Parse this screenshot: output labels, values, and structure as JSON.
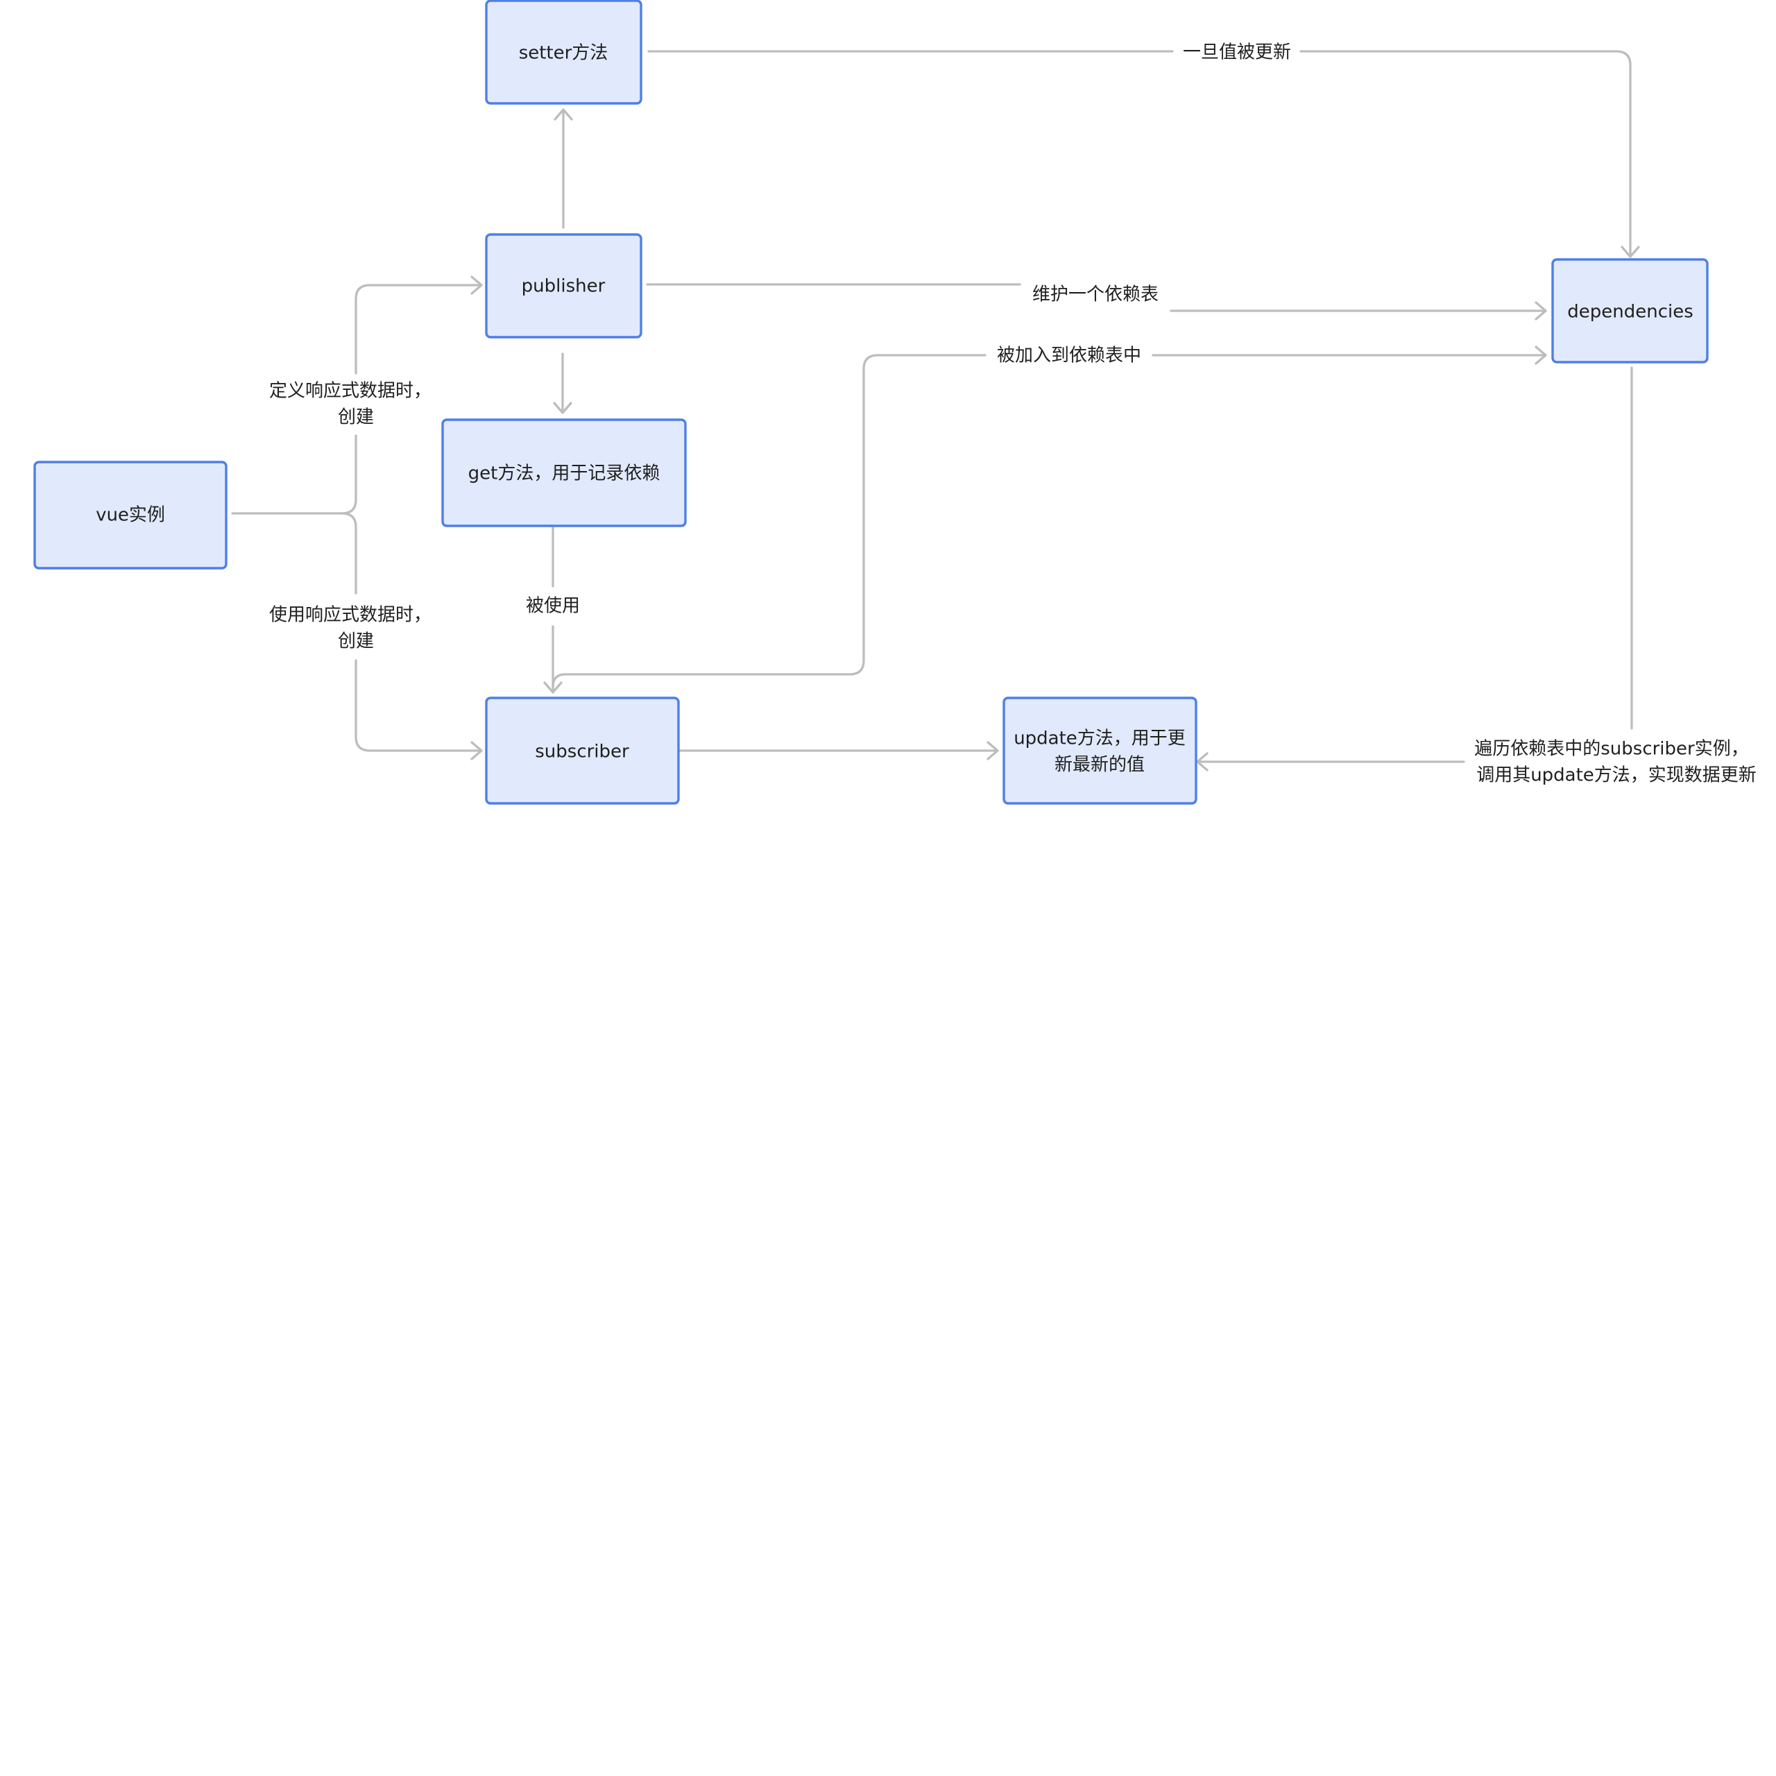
{
  "nodes": {
    "setter": "setter方法",
    "publisher": "publisher",
    "get_method": "get方法，用于记录依赖",
    "vue_instance": "vue实例",
    "subscriber": "subscriber",
    "update_method": [
      "update方法，用于更",
      "新最新的值"
    ],
    "dependencies": "dependencies"
  },
  "edge_labels": {
    "once_updated": "一旦值被更新",
    "maintain_table": "维护一个依赖表",
    "added_to_table": "被加入到依赖表中",
    "define_create": [
      "定义响应式数据时，",
      "创建"
    ],
    "use_create": [
      "使用响应式数据时，",
      "创建"
    ],
    "used": "被使用",
    "traverse": [
      "遍历依赖表中的subscriber实例，",
      "调用其update方法，实现数据更新"
    ]
  },
  "colors": {
    "node_fill": "#e1e9fc",
    "node_border": "#4f7fe6",
    "connector": "#bdbdbd",
    "text": "#1f1f1f"
  }
}
